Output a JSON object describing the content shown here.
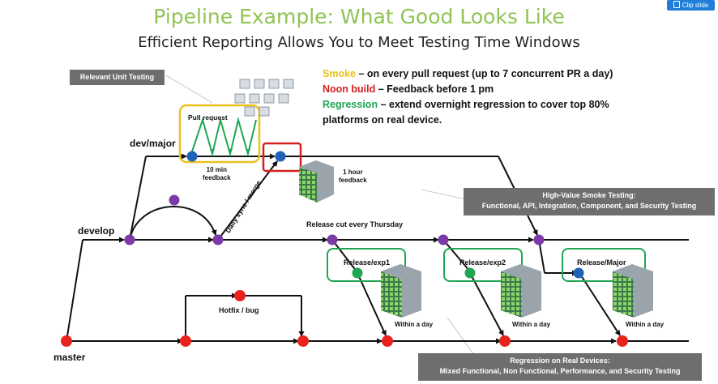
{
  "slide": {
    "title": "Pipeline Example: What Good Looks Like",
    "subtitle": "Efficient Reporting Allows You to Meet Testing Time Windows"
  },
  "toolbar": {
    "clip_label": "Clip slide"
  },
  "callouts": {
    "unit_testing": "Relevant Unit Testing",
    "smoke_line1": "High-Value Smoke Testing:",
    "smoke_line2": "Functional, API, Integration, Component, and Security Testing",
    "regression_line1": "Regression on Real Devices:",
    "regression_line2": "Mixed Functional, Non Functional, Performance, and Security Testing"
  },
  "legend": {
    "smoke_term": "Smoke",
    "smoke_desc": " – on every pull request (up to 7 concurrent PR a day)",
    "noon_term": "Noon build",
    "noon_desc": " – Feedback before 1 pm",
    "regression_term": "Regression",
    "regression_desc": " – extend overnight regression to cover top 80%",
    "regression_desc2": "platforms on real device."
  },
  "branches": {
    "dev_major": "dev/major",
    "develop": "develop",
    "master": "master"
  },
  "labels": {
    "pull_request": "Pull request",
    "ten_min_1": "10 min",
    "ten_min_2": "feedback",
    "one_hour_1": "1 hour",
    "one_hour_2": "feedback",
    "daily_sync": "Daily sync / merge",
    "release_cut": "Release cut every Thursday",
    "hotfix": "Hotfix / bug",
    "release_exp1": "Release/exp1",
    "release_exp2": "Release/exp2",
    "release_major": "Release/Major",
    "within_day_1": "Within a day",
    "within_day_2": "Within a day",
    "within_day_3": "Within a day"
  },
  "colors": {
    "title_green": "#8fc453",
    "develop_purple": "#7b3ba6",
    "master_red": "#e8231e",
    "release_green": "#1fa653",
    "devmajor_blue": "#1f63b8",
    "smoke_yellow": "#e9c21d",
    "noon_red": "#d32020",
    "callout_gray": "#6e6e6e",
    "link_blue": "#1e7ed8"
  },
  "icons": {
    "clip": "clip-icon",
    "server_rack": "server-rack-icon",
    "device_cluster": "device-cluster-icon"
  }
}
